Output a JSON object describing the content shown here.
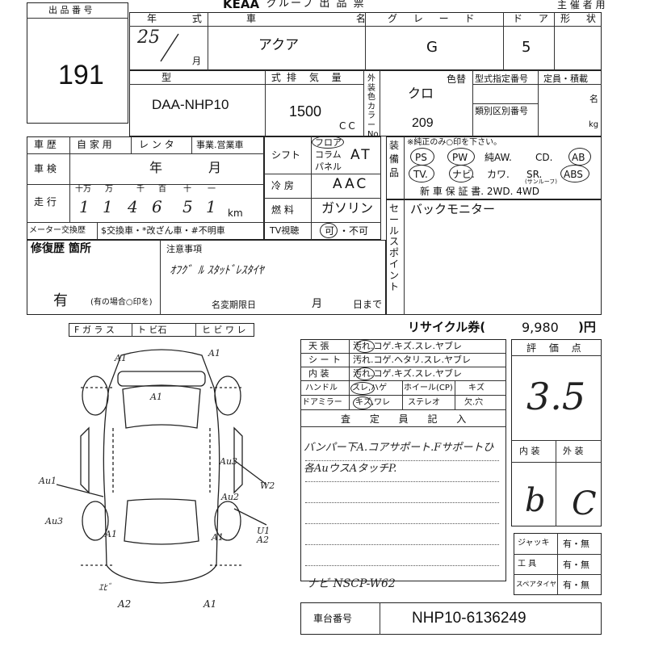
{
  "header": {
    "brand": "KEAA",
    "title": "グループ 出 品 票",
    "right": "主 催 者 用"
  },
  "lot": {
    "label": "出 品 番 号",
    "value": "191"
  },
  "year": {
    "label": "年 式",
    "value": "25",
    "month_unit": "月"
  },
  "car": {
    "label": "車 名",
    "value": "アクア"
  },
  "grade": {
    "label": "グ レ ー ド",
    "value": "G"
  },
  "doors": {
    "label": "ド ア",
    "value": "5"
  },
  "shape": {
    "label": "形 状"
  },
  "model": {
    "label": "型 式",
    "value": "DAA-NHP10"
  },
  "displacement": {
    "label": "排 気 量",
    "value": "1500",
    "unit": "CC"
  },
  "color": {
    "side_label": "外装色カラーNo.",
    "label": "色替",
    "value": "クロ",
    "code": "209"
  },
  "type_designation": {
    "label": "型式指定番号",
    "class_label": "類別区別番号"
  },
  "capacity": {
    "label": "定員・積載",
    "unit1": "名",
    "unit2": "kg"
  },
  "history": {
    "label": "車 歴",
    "opts": [
      "自 家 用",
      "レ ン タ",
      "事業.営業車"
    ]
  },
  "inspection": {
    "label": "車 検",
    "year": "年",
    "month": "月"
  },
  "mileage": {
    "label": "走 行",
    "units": [
      "十万",
      "万",
      "千",
      "百",
      "十",
      "一"
    ],
    "digits": [
      "1",
      "1",
      "4",
      "6",
      "5",
      "1"
    ],
    "unit": "km"
  },
  "meter": {
    "label": "メーター交換歴",
    "value": "$交換車・*改ざん車・#不明車"
  },
  "shift": {
    "label": "シフト",
    "opts": [
      "フロア",
      "コラム",
      "パネル"
    ],
    "value": "AT"
  },
  "ac": {
    "label": "冷 房",
    "value": "AAC"
  },
  "fuel": {
    "label": "燃 料",
    "value": "ガソリン"
  },
  "tv": {
    "label": "TV視聴",
    "yes": "可",
    "no": "・不可"
  },
  "equipment": {
    "side_label": "装備品",
    "note": "※純正のみ○印を下さい。",
    "row1": [
      "PS",
      "PW",
      "純AW.",
      "CD.",
      "AB"
    ],
    "row2": [
      "TV.",
      "ナビ.",
      "カワ.",
      "SR.",
      "ABS"
    ],
    "sr_note": "(サンルーフ)",
    "row3": "新 車 保 証 書. 2WD. 4WD"
  },
  "sale_point": {
    "label": "セールスポイント",
    "value": "バックモニター"
  },
  "repair": {
    "label": "修復歴 箇所",
    "note_label": "注意事項",
    "note": "ｵﾌｸ゛ﾙ ｽﾀｯﾄﾞﾚｽﾀｲﾔ",
    "value": "有",
    "hint": "(有の場合○印を)",
    "name_change": "名変期限日",
    "month": "月",
    "day": "日まで"
  },
  "glass": {
    "labels": [
      "F ガ ラ ス",
      "ト ビ石",
      "ヒ ビ ワ レ"
    ]
  },
  "recycle": {
    "label": "リサイクル券(",
    "value": "9,980",
    "unit": ")円"
  },
  "condition": [
    {
      "label": "天 張",
      "value": "汚れ.コゲ.キズ.スレ.ヤブレ"
    },
    {
      "label": "シ ー ト",
      "value": "汚れ.コゲ.ヘタリ.スレ.ヤブレ"
    },
    {
      "label": "内 装",
      "value": "汚れ.コゲ.キズ.スレ.ヤブレ"
    }
  ],
  "handle": {
    "labels": [
      "ハンドル",
      "スレ,ハゲ",
      "ホイール(CP)",
      "キズ"
    ]
  },
  "door_mirror": {
    "labels": [
      "ドアミラー",
      "キズ,ワレ",
      "ステレオ",
      "欠.穴"
    ]
  },
  "inspector": {
    "label": "査 定 員 記 入",
    "line1": "バンパー下A.コアサポート.Fサポートひ",
    "line2": "各AuウスAタッチP.",
    "line3": "ナビ NSCP-W62"
  },
  "score": {
    "label": "評 価 点",
    "value": "3.5",
    "interior_label": "内 装",
    "exterior_label": "外 装",
    "interior": "b",
    "exterior": "C"
  },
  "tools": [
    {
      "label": "ジャッキ",
      "value": "有・無"
    },
    {
      "label": "工 具",
      "value": "有・無"
    },
    {
      "label": "スペアタイヤ",
      "value": "有・無"
    }
  ],
  "chassis": {
    "label": "車台番号",
    "value": "NHP10-6136249"
  },
  "diagram_marks": {
    "a1_top_left": "A1",
    "a1_top_right": "A1",
    "a1_roof": "A1",
    "au1": "Au1",
    "au3_left": "Au3",
    "au3_right": "Au3",
    "au2": "Au2",
    "w2": "W2",
    "a1_mid": "A1",
    "u1a2": "U1 A2",
    "a1_lower": "A1",
    "x1": "ｴﾋﾞ",
    "a2_bottom": "A2",
    "a1_bottom": "A1"
  }
}
